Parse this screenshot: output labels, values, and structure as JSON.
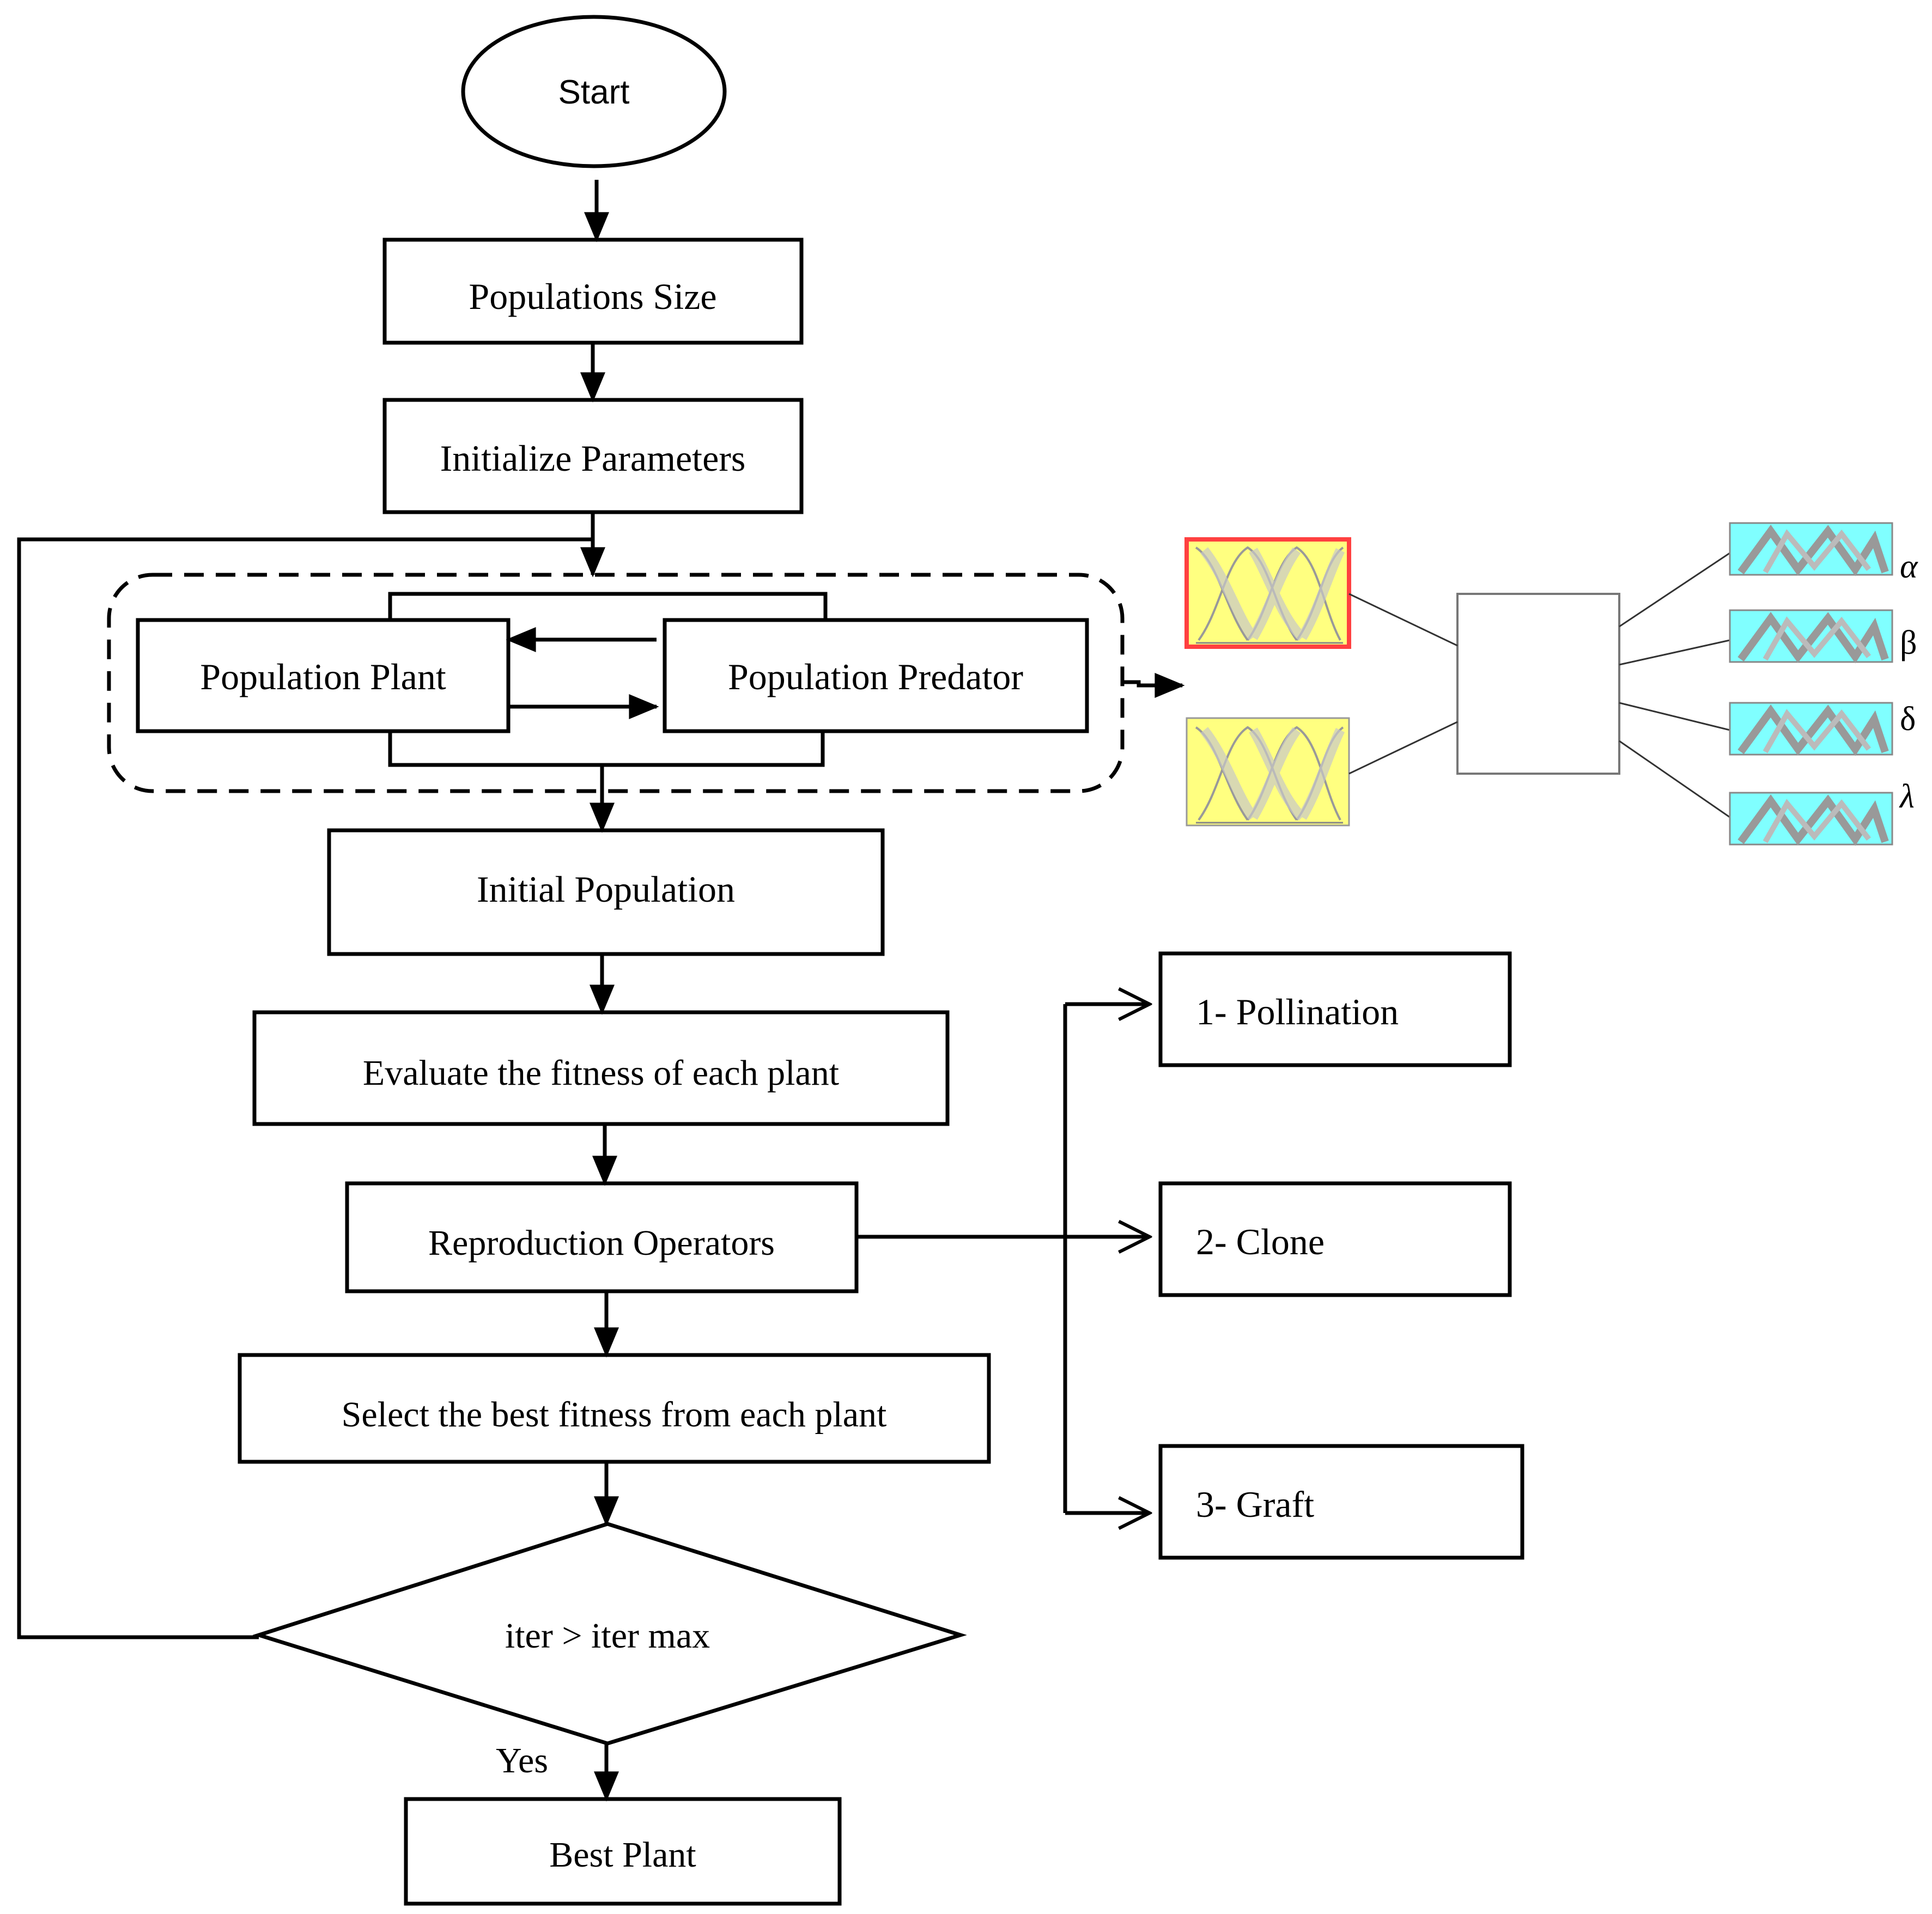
{
  "nodes": {
    "start": "Start",
    "populations_size": "Populations Size",
    "initialize_parameters": "Initialize Parameters",
    "population_plant": "Population Plant",
    "population_predator": "Population Predator",
    "initial_population": "Initial Population",
    "evaluate_fitness": "Evaluate the fitness of each plant",
    "reproduction_operators": "Reproduction Operators",
    "select_best": "Select the best fitness from each plant",
    "decision": "iter > iter max",
    "yes_label": "Yes",
    "best_plant": "Best Plant"
  },
  "operators": [
    "1- Pollination",
    "2- Clone",
    "3- Graft"
  ],
  "fuzzy_outputs": [
    "α",
    "β",
    "δ",
    "λ"
  ],
  "colors": {
    "line": "#000000",
    "input_mf_fill": "#ffff80",
    "input_mf_border_selected": "#ff4040",
    "output_mf_fill": "#80ffff",
    "mf_curve": "#c0c0c0"
  }
}
